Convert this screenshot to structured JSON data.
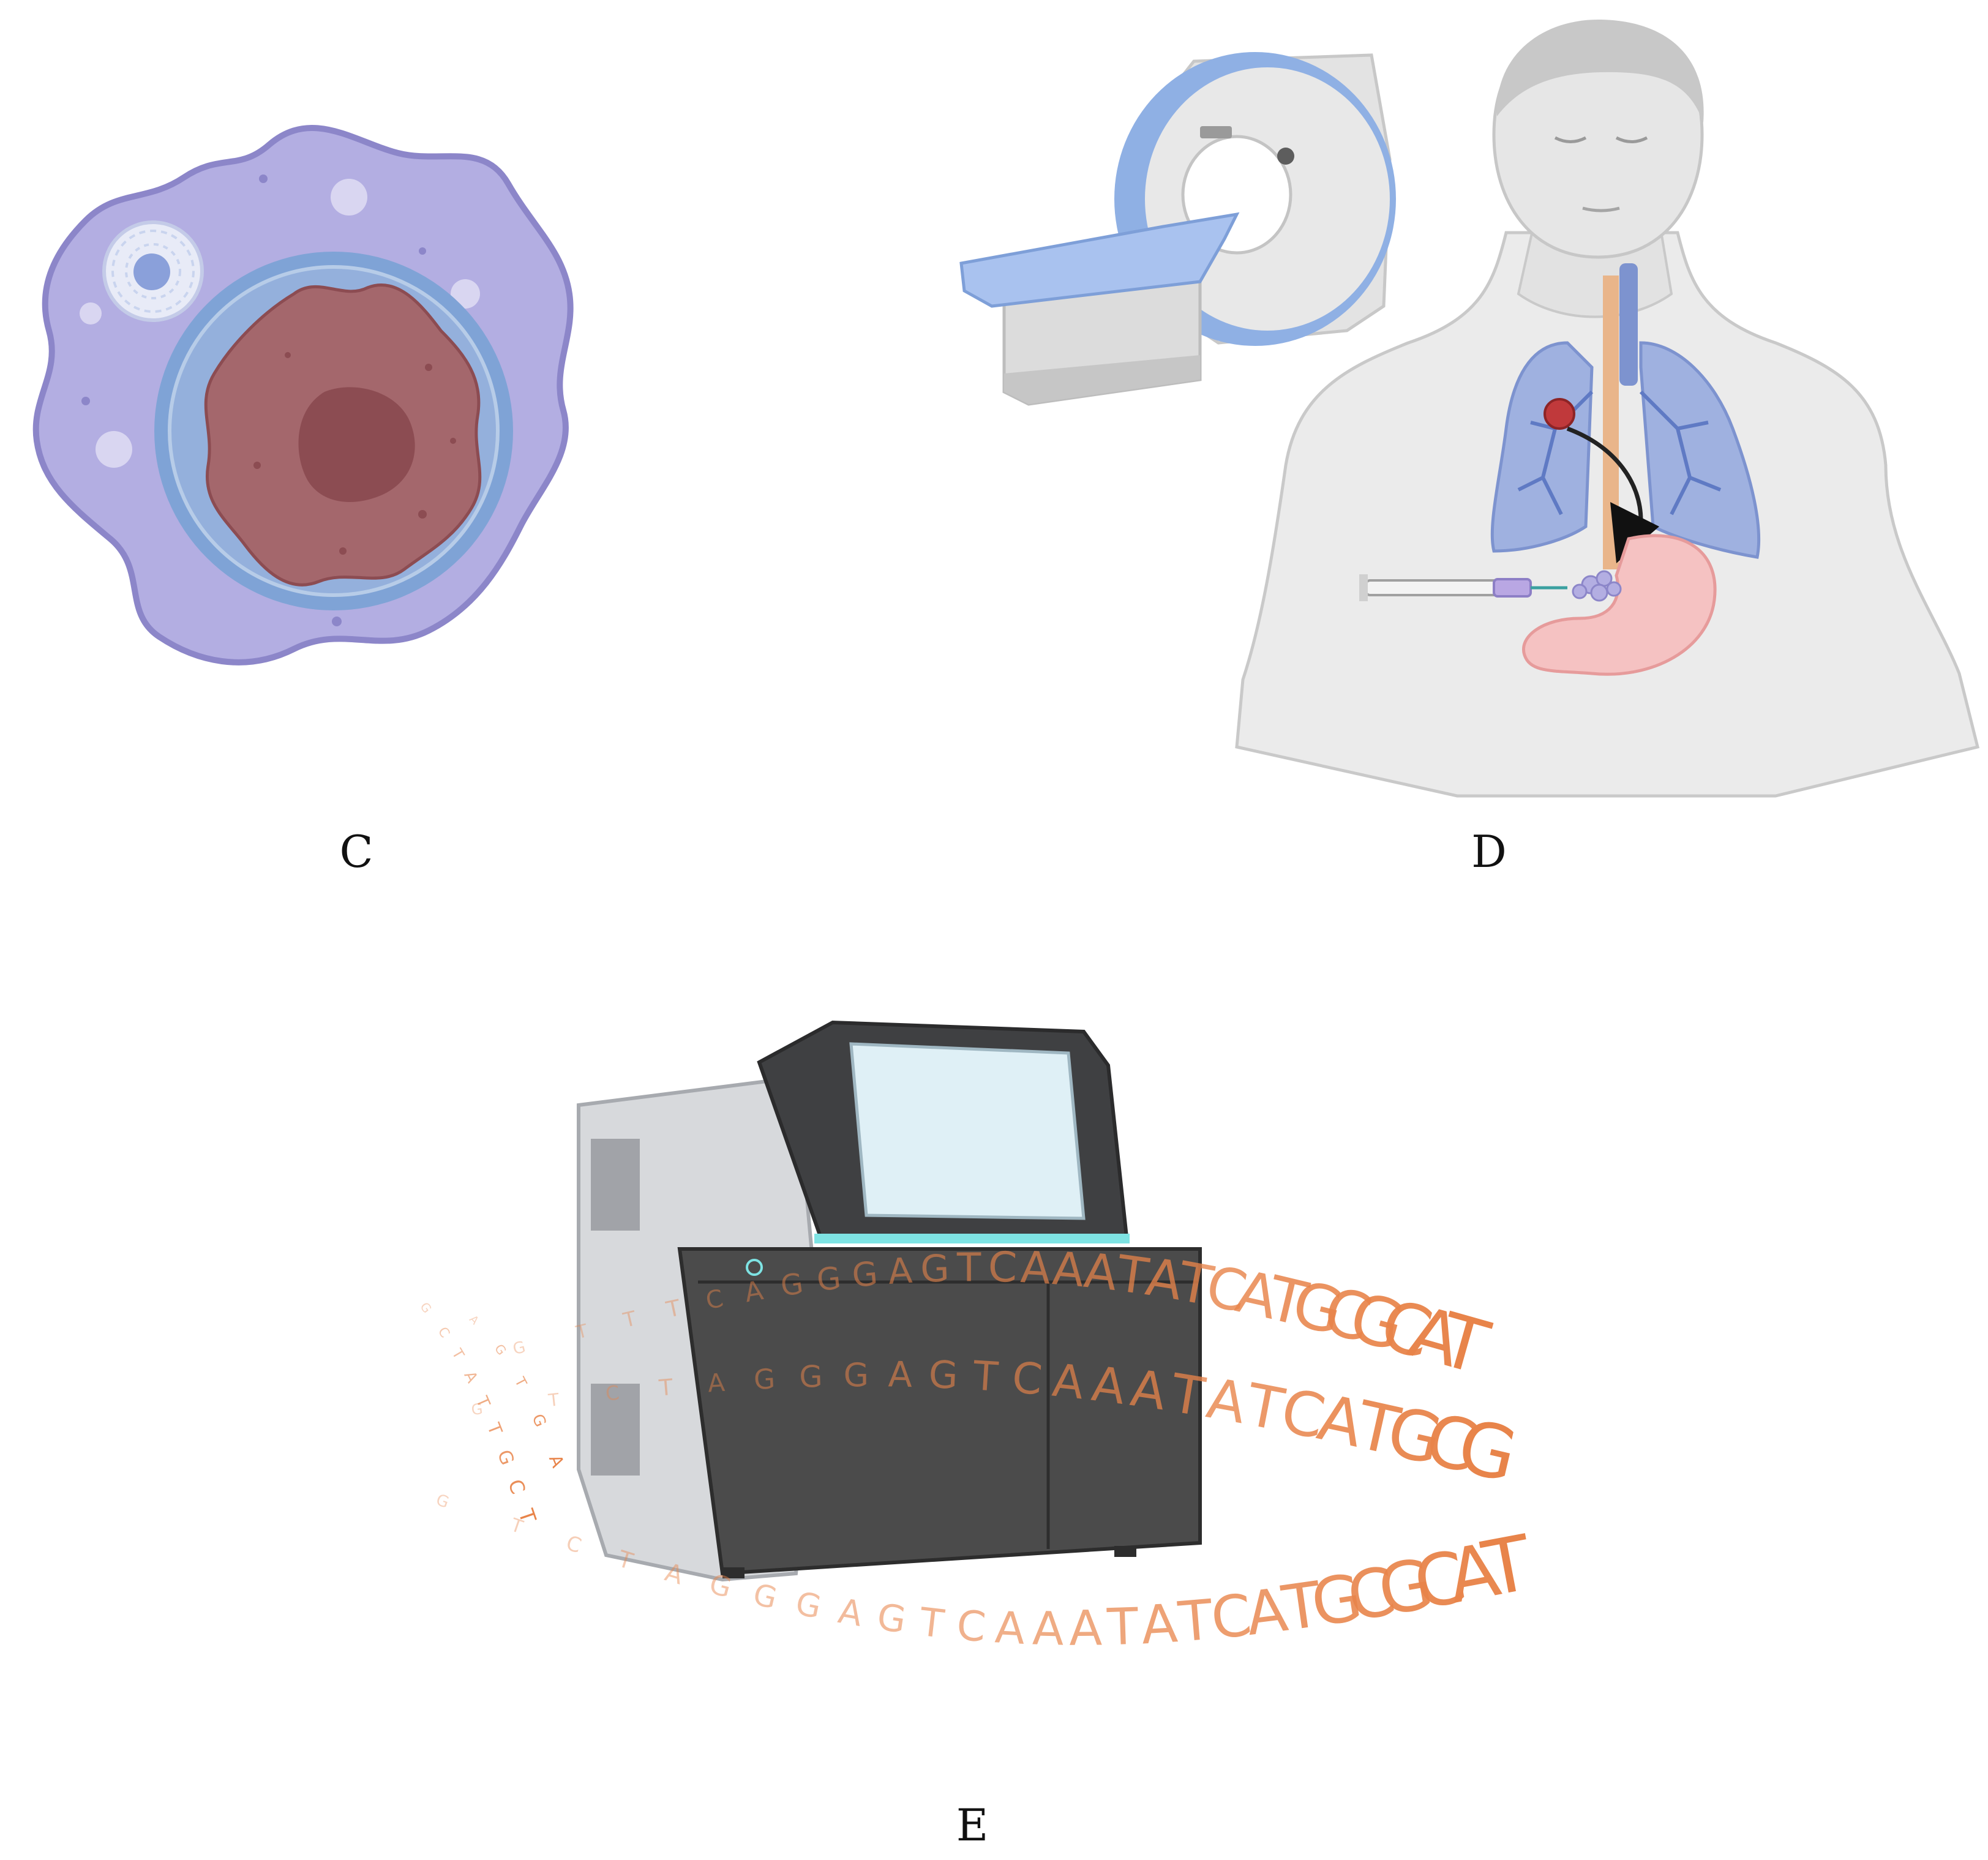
{
  "panels": {
    "c": {
      "label": "C"
    },
    "d": {
      "label": "D"
    },
    "e": {
      "label": "E"
    }
  },
  "sequences": {
    "row1": "GTTTCAGGGAGTCAAATATCATGCGCAT",
    "row2": "GTCTAGGGAGTCAAATATCATGCG",
    "row3": "GTCTAGGGAGTCAAATATCATGCGCAT",
    "row4": "GCTATTGCT",
    "row5": "AGTGA"
  },
  "colors": {
    "cell_membrane": "#b3aee2",
    "nucleus_ring": "#7fa3d6",
    "tumor": "#a4676c",
    "tumor_core": "#8c4c52",
    "lung": "#9fb1e0",
    "stomach": "#f5c2c2",
    "dna_orange": "#e8844a",
    "sequencer_dark": "#4b4b4b",
    "screen": "#dff0f6",
    "accent_cyan": "#7ee3e3"
  }
}
